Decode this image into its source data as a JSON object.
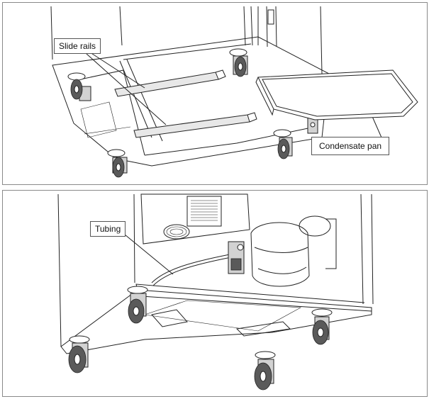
{
  "figures": [
    {
      "id": "top",
      "callouts": [
        {
          "label": "Slide rails"
        },
        {
          "label": "Condensate pan"
        }
      ]
    },
    {
      "id": "bottom",
      "callouts": [
        {
          "label": "Tubing"
        }
      ]
    }
  ]
}
